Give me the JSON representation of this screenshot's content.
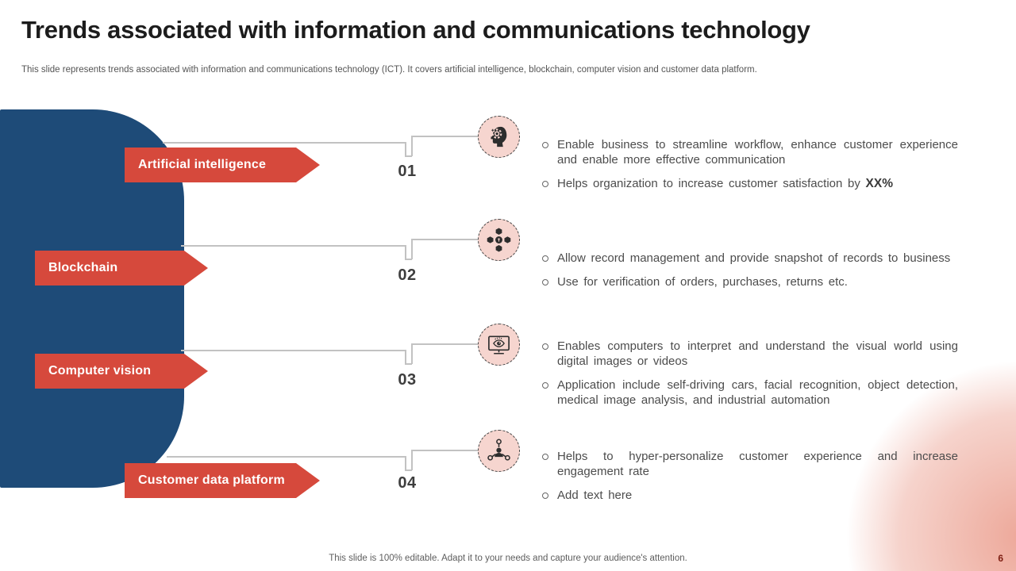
{
  "header": {
    "title": "Trends associated with information and communications technology",
    "subtitle": "This slide represents trends associated with information and communications technology (ICT). It covers artificial intelligence, blockchain, computer vision and customer data platform."
  },
  "trends": [
    {
      "number": "01",
      "label": "Artificial intelligence",
      "icon": "ai-head-gear-icon",
      "bullets": [
        {
          "text": "Enable business to streamline workflow, enhance customer experience and enable more effective communication"
        },
        {
          "text": "Helps organization to increase customer satisfaction by ",
          "bold": "XX%"
        }
      ]
    },
    {
      "number": "02",
      "label": "Blockchain",
      "icon": "blockchain-cubes-icon",
      "bullets": [
        {
          "text": "Allow record management and provide snapshot of records to business"
        },
        {
          "text": "Use for verification of orders, purchases, returns etc."
        }
      ]
    },
    {
      "number": "03",
      "label": "Computer vision",
      "icon": "computer-vision-monitor-eye-icon",
      "bullets": [
        {
          "text": "Enables computers to interpret and understand the visual world using digital images or videos"
        },
        {
          "text": "Application include self-driving cars, facial recognition, object detection, medical image analysis, and industrial automation"
        }
      ]
    },
    {
      "number": "04",
      "label": "Customer data platform",
      "icon": "customer-data-platform-network-icon",
      "bullets": [
        {
          "text": "Helps to hyper-personalize customer experience and increase engagement rate"
        },
        {
          "text": "Add text here"
        }
      ]
    }
  ],
  "footer": {
    "note": "This slide is 100% editable. Adapt it to your needs and capture your audience's attention.",
    "page_number": "6"
  },
  "colors": {
    "navy": "#1e4b78",
    "red": "#d6493c",
    "circle_pink": "#f6d5cf",
    "blob_pink": "#eb9e8e",
    "line_gray": "#c2c2c2"
  }
}
